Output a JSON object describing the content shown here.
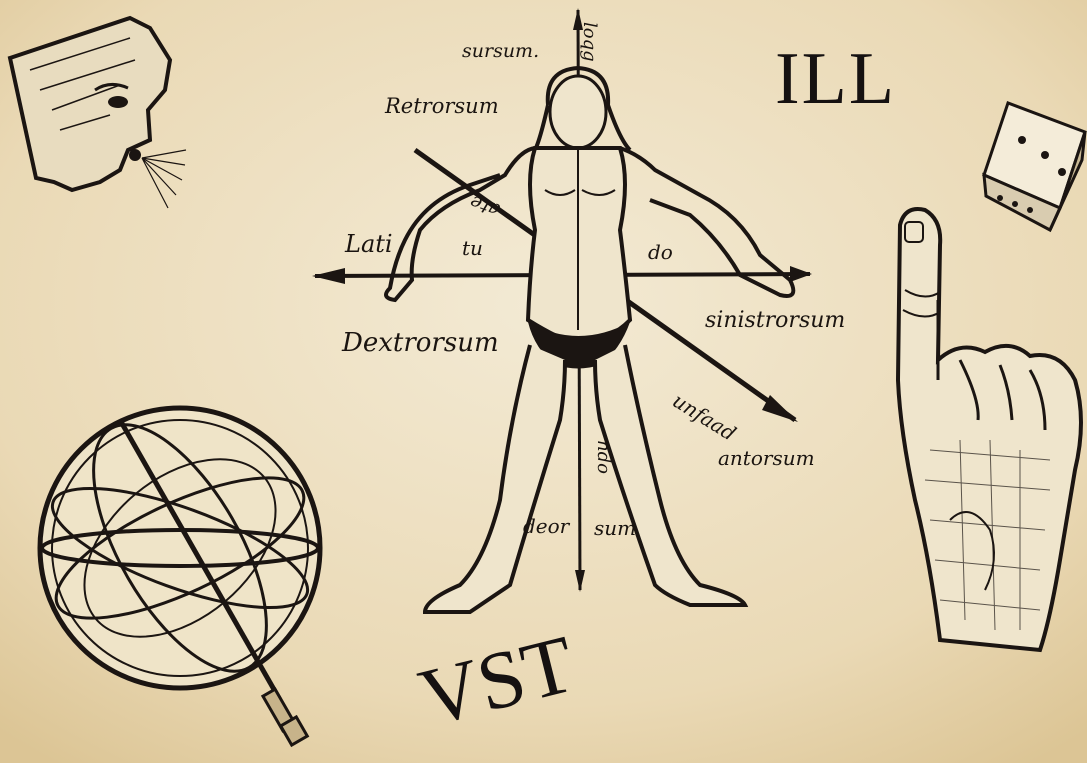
{
  "illustration": {
    "labels": {
      "sursum": "sursum.",
      "loqg": "loqg",
      "retrorsum": "Retrorsum",
      "lati": "Lati",
      "tu": "tu",
      "lat_right": "do",
      "ate": "ate",
      "dextrorsum": "Dextrorsum",
      "sinistrorsum": "sinistrorsum",
      "unfaad": "unfaad",
      "antorsum": "antorsum",
      "ndo": "ndo",
      "deor": "deor",
      "sum": "sum"
    },
    "corner_text": {
      "ill": "ILL",
      "vst": "VST"
    },
    "figures": [
      "wind-head-icon",
      "die-icon",
      "pointing-hand-icon",
      "armillary-sphere-icon",
      "vitruvian-man-figure"
    ]
  }
}
